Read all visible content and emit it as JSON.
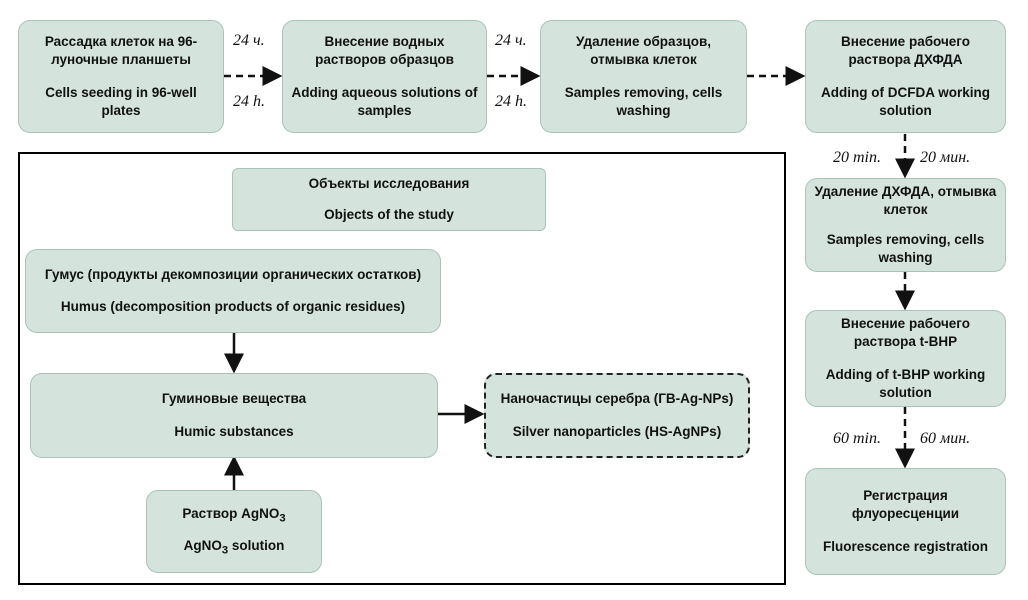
{
  "steps": {
    "seeding": {
      "ru": "Рассадка клеток на 96-луночные планшеты",
      "en": "Cells seeding in 96-well plates"
    },
    "adding_samples": {
      "ru": "Внесение водных растворов образцов",
      "en": "Adding aqueous solutions of samples"
    },
    "removing_samples": {
      "ru": "Удаление образцов, отмывка клеток",
      "en": "Samples removing, cells washing"
    },
    "adding_dcfda": {
      "ru": "Внесение рабочего раствора ДХФДА",
      "en": "Adding of DCFDA working solution"
    },
    "removing_dcfda": {
      "ru": "Удаление ДХФДА, отмывка клеток",
      "en": "Samples removing, cells washing"
    },
    "adding_tbhp": {
      "ru": "Внесение рабочего раствора t-BHP",
      "en": "Adding of t-BHP working solution"
    },
    "registration": {
      "ru": "Регистрация флуоресценции",
      "en": "Fluorescence registration"
    }
  },
  "time_labels": {
    "t1_ru": "24 ч.",
    "t1_en": "24 h.",
    "t2_ru": "24 ч.",
    "t2_en": "24 h.",
    "t3_en": "20 min.",
    "t3_ru": "20 мин.",
    "t4_en": "60 min.",
    "t4_ru": "60 мин."
  },
  "objects": {
    "title": {
      "ru": "Объекты исследования",
      "en": "Objects of the study"
    },
    "humus": {
      "ru": "Гумус (продукты декомпозиции органических остатков)",
      "en": "Humus (decomposition products of organic residues)"
    },
    "humic": {
      "ru": "Гуминовые вещества",
      "en": "Humic substances"
    },
    "silver": {
      "ru": "Наночастицы серебра (ГВ-Ag-NPs)",
      "en": "Silver nanoparticles (HS-AgNPs)"
    },
    "agno3": {
      "ru_prefix": "Раствор AgNO",
      "en_prefix": "AgNO",
      "en_suffix": " solution",
      "subscript": "3"
    }
  },
  "colors": {
    "box_fill": "#d4e4dc",
    "box_border": "#a9c4b6",
    "arrow": "#111111"
  }
}
